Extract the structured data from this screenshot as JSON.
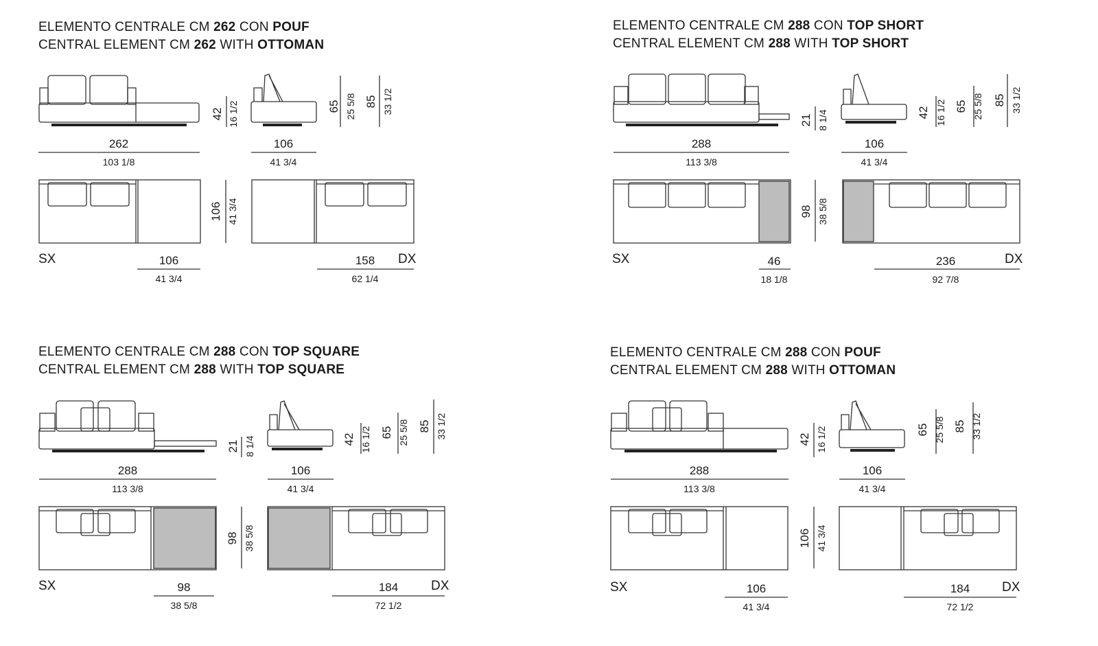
{
  "panels": [
    {
      "title_it": {
        "prefix": "ELEMENTO CENTRALE CM ",
        "num": "262",
        "mid": " CON ",
        "suffix": "POUF"
      },
      "title_en": {
        "prefix": "CENTRAL ELEMENT CM ",
        "num": "262",
        "mid": " WITH ",
        "suffix": "OTTOMAN"
      },
      "top_width_cm": "262",
      "top_width_in": "103 1/8",
      "top_h1_cm": "42",
      "top_h1_in": "16 1/2",
      "side_width_cm": "106",
      "side_width_in": "41 3/4",
      "side_h_a_cm": "65",
      "side_h_a_in": "25 5/8",
      "side_h_b_cm": "85",
      "side_h_b_in": "33 1/2",
      "plan_depth_cm": "106",
      "plan_depth_in": "41 3/4",
      "left_label": "SX",
      "right_label": "DX",
      "left_dim_cm": "106",
      "left_dim_in": "41 3/4",
      "right_dim_cm": "158",
      "right_dim_in": "62 1/4",
      "variant": "pouf",
      "seats": 2
    },
    {
      "title_it": {
        "prefix": "ELEMENTO CENTRALE CM ",
        "num": "288",
        "mid": " CON ",
        "suffix": "TOP SHORT"
      },
      "title_en": {
        "prefix": "CENTRAL ELEMENT CM ",
        "num": "288",
        "mid": " WITH ",
        "suffix": "TOP SHORT"
      },
      "top_width_cm": "288",
      "top_width_in": "113 3/8",
      "top_h1_cm": "21",
      "top_h1_in": "8 1/4",
      "side_width_cm": "106",
      "side_width_in": "41 3/4",
      "side_h_c_cm": "42",
      "side_h_c_in": "16 1/2",
      "side_h_a_cm": "65",
      "side_h_a_in": "25 5/8",
      "side_h_b_cm": "85",
      "side_h_b_in": "33 1/2",
      "plan_depth_cm": "98",
      "plan_depth_in": "38 5/8",
      "left_label": "SX",
      "right_label": "DX",
      "left_dim_cm": "46",
      "left_dim_in": "18 1/8",
      "right_dim_cm": "236",
      "right_dim_in": "92 7/8",
      "variant": "topshort",
      "seats": 3
    },
    {
      "title_it": {
        "prefix": "ELEMENTO CENTRALE CM ",
        "num": "288",
        "mid": " CON ",
        "suffix": "TOP SQUARE"
      },
      "title_en": {
        "prefix": "CENTRAL ELEMENT CM ",
        "num": "288",
        "mid": " WITH ",
        "suffix": "TOP SQUARE"
      },
      "top_width_cm": "288",
      "top_width_in": "113 3/8",
      "top_h1_cm": "21",
      "top_h1_in": "8 1/4",
      "side_width_cm": "106",
      "side_width_in": "41 3/4",
      "side_h_c_cm": "42",
      "side_h_c_in": "16 1/2",
      "side_h_a_cm": "65",
      "side_h_a_in": "25 5/8",
      "side_h_b_cm": "85",
      "side_h_b_in": "33 1/2",
      "plan_depth_cm": "98",
      "plan_depth_in": "38 5/8",
      "left_label": "SX",
      "right_label": "DX",
      "left_dim_cm": "98",
      "left_dim_in": "38 5/8",
      "right_dim_cm": "184",
      "right_dim_in": "72 1/2",
      "variant": "topsquare",
      "seats": 2
    },
    {
      "title_it": {
        "prefix": "ELEMENTO CENTRALE CM ",
        "num": "288",
        "mid": " CON ",
        "suffix": "POUF"
      },
      "title_en": {
        "prefix": "CENTRAL ELEMENT CM ",
        "num": "288",
        "mid": " WITH ",
        "suffix": "OTTOMAN"
      },
      "top_width_cm": "288",
      "top_width_in": "113 3/8",
      "top_h1_cm": "42",
      "top_h1_in": "16 1/2",
      "side_width_cm": "106",
      "side_width_in": "41 3/4",
      "side_h_a_cm": "65",
      "side_h_a_in": "25 5/8",
      "side_h_b_cm": "85",
      "side_h_b_in": "33 1/2",
      "plan_depth_cm": "106",
      "plan_depth_in": "41 3/4",
      "left_label": "SX",
      "right_label": "DX",
      "left_dim_cm": "106",
      "left_dim_in": "41 3/4",
      "right_dim_cm": "184",
      "right_dim_in": "72 1/2",
      "variant": "pouf288",
      "seats": 2
    }
  ]
}
